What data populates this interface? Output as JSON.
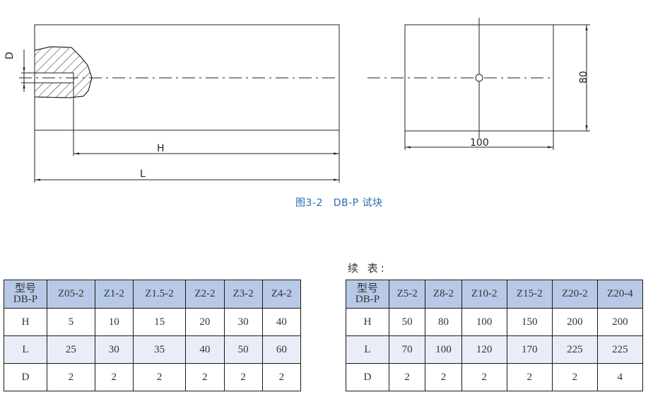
{
  "figure": {
    "caption": "图3-2   DB-P 试块",
    "dimension_labels": {
      "D": "D",
      "H": "H",
      "L": "L",
      "width": "100",
      "height": "80"
    }
  },
  "table1": {
    "header_model_line1": "型号",
    "header_model_line2": "DB-P",
    "columns": [
      "Z05-2",
      "Z1-2",
      "Z1.5-2",
      "Z2-2",
      "Z3-2",
      "Z4-2"
    ],
    "rows": [
      {
        "label": "H",
        "values": [
          "5",
          "10",
          "15",
          "20",
          "30",
          "40"
        ]
      },
      {
        "label": "L",
        "values": [
          "25",
          "30",
          "35",
          "40",
          "50",
          "60"
        ]
      },
      {
        "label": "D",
        "values": [
          "2",
          "2",
          "2",
          "2",
          "2",
          "2"
        ]
      }
    ]
  },
  "table2": {
    "title": "续 表:",
    "header_model_line1": "型号",
    "header_model_line2": "DB-P",
    "columns": [
      "Z5-2",
      "Z8-2",
      "Z10-2",
      "Z15-2",
      "Z20-2",
      "Z20-4"
    ],
    "rows": [
      {
        "label": "H",
        "values": [
          "50",
          "80",
          "100",
          "150",
          "200",
          "200"
        ]
      },
      {
        "label": "L",
        "values": [
          "70",
          "100",
          "120",
          "170",
          "225",
          "225"
        ]
      },
      {
        "label": "D",
        "values": [
          "2",
          "2",
          "2",
          "2",
          "2",
          "4"
        ]
      }
    ]
  },
  "colors": {
    "header_bg": "#b7c9e6",
    "alt_row_bg": "#e8edf7",
    "caption": "#2a6db5"
  }
}
